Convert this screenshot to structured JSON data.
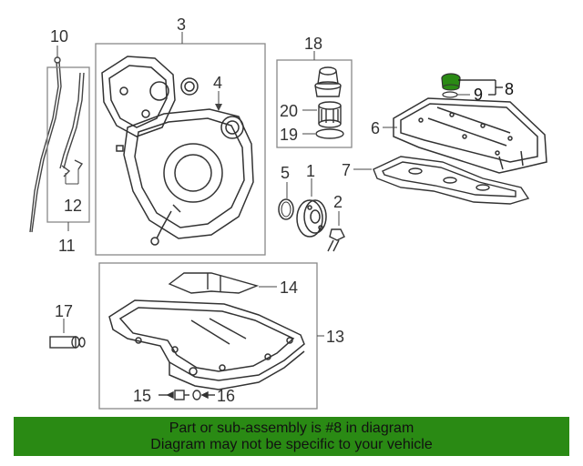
{
  "diagram": {
    "callouts": {
      "c1": "1",
      "c2": "2",
      "c3": "3",
      "c4": "4",
      "c5": "5",
      "c6": "6",
      "c7": "7",
      "c8": "8",
      "c9": "9",
      "c10": "10",
      "c11": "11",
      "c12": "12",
      "c13": "13",
      "c14": "14",
      "c15": "15",
      "c16": "16",
      "c17": "17",
      "c18": "18",
      "c19": "19",
      "c20": "20"
    },
    "highlight_color": "#2a8a14"
  },
  "banner": {
    "line1": "Part or sub-assembly is #8 in diagram",
    "line2": "Diagram may not be specific to your vehicle",
    "background": "#2a8a14"
  }
}
